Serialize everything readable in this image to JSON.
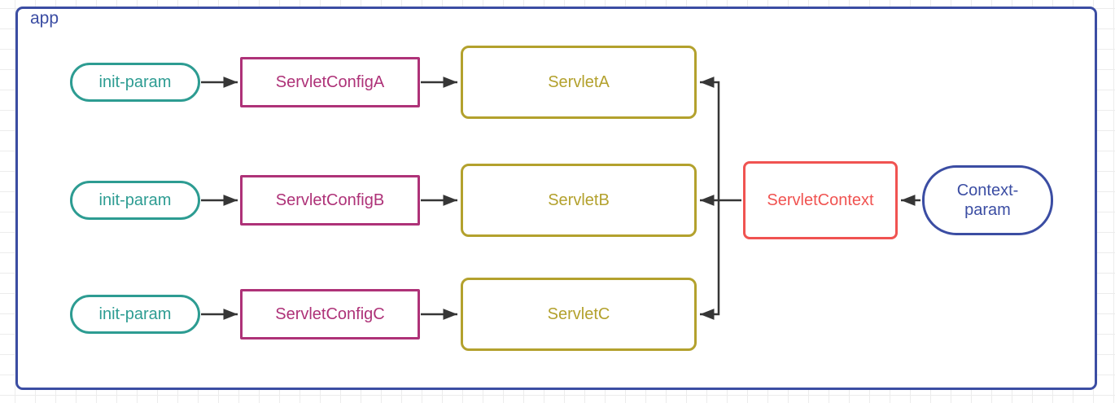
{
  "diagram": {
    "container_label": "app",
    "nodes": {
      "init_param_1": {
        "label": "init-param"
      },
      "init_param_2": {
        "label": "init-param"
      },
      "init_param_3": {
        "label": "init-param"
      },
      "servlet_config_a": {
        "label": "ServletConfigA"
      },
      "servlet_config_b": {
        "label": "ServletConfigB"
      },
      "servlet_config_c": {
        "label": "ServletConfigC"
      },
      "servlet_a": {
        "label": "ServletA"
      },
      "servlet_b": {
        "label": "ServletB"
      },
      "servlet_c": {
        "label": "ServletC"
      },
      "servlet_context": {
        "label": "ServletContext"
      },
      "context_param": {
        "line1": "Context-",
        "line2": "param"
      }
    },
    "edges": [
      {
        "from": "init-param-1",
        "to": "ServletConfigA"
      },
      {
        "from": "ServletConfigA",
        "to": "ServletA"
      },
      {
        "from": "init-param-2",
        "to": "ServletConfigB"
      },
      {
        "from": "ServletConfigB",
        "to": "ServletB"
      },
      {
        "from": "init-param-3",
        "to": "ServletConfigC"
      },
      {
        "from": "ServletConfigC",
        "to": "ServletC"
      },
      {
        "from": "ServletContext",
        "to": "ServletA"
      },
      {
        "from": "ServletContext",
        "to": "ServletB"
      },
      {
        "from": "ServletContext",
        "to": "ServletC"
      },
      {
        "from": "Context-param",
        "to": "ServletContext"
      }
    ],
    "colors": {
      "container_blue": "#3b4da3",
      "teal": "#2d9c92",
      "magenta": "#ae3278",
      "olive": "#b3a12d",
      "red": "#f05351",
      "arrow": "#363636",
      "grid_line": "#ececec"
    }
  }
}
